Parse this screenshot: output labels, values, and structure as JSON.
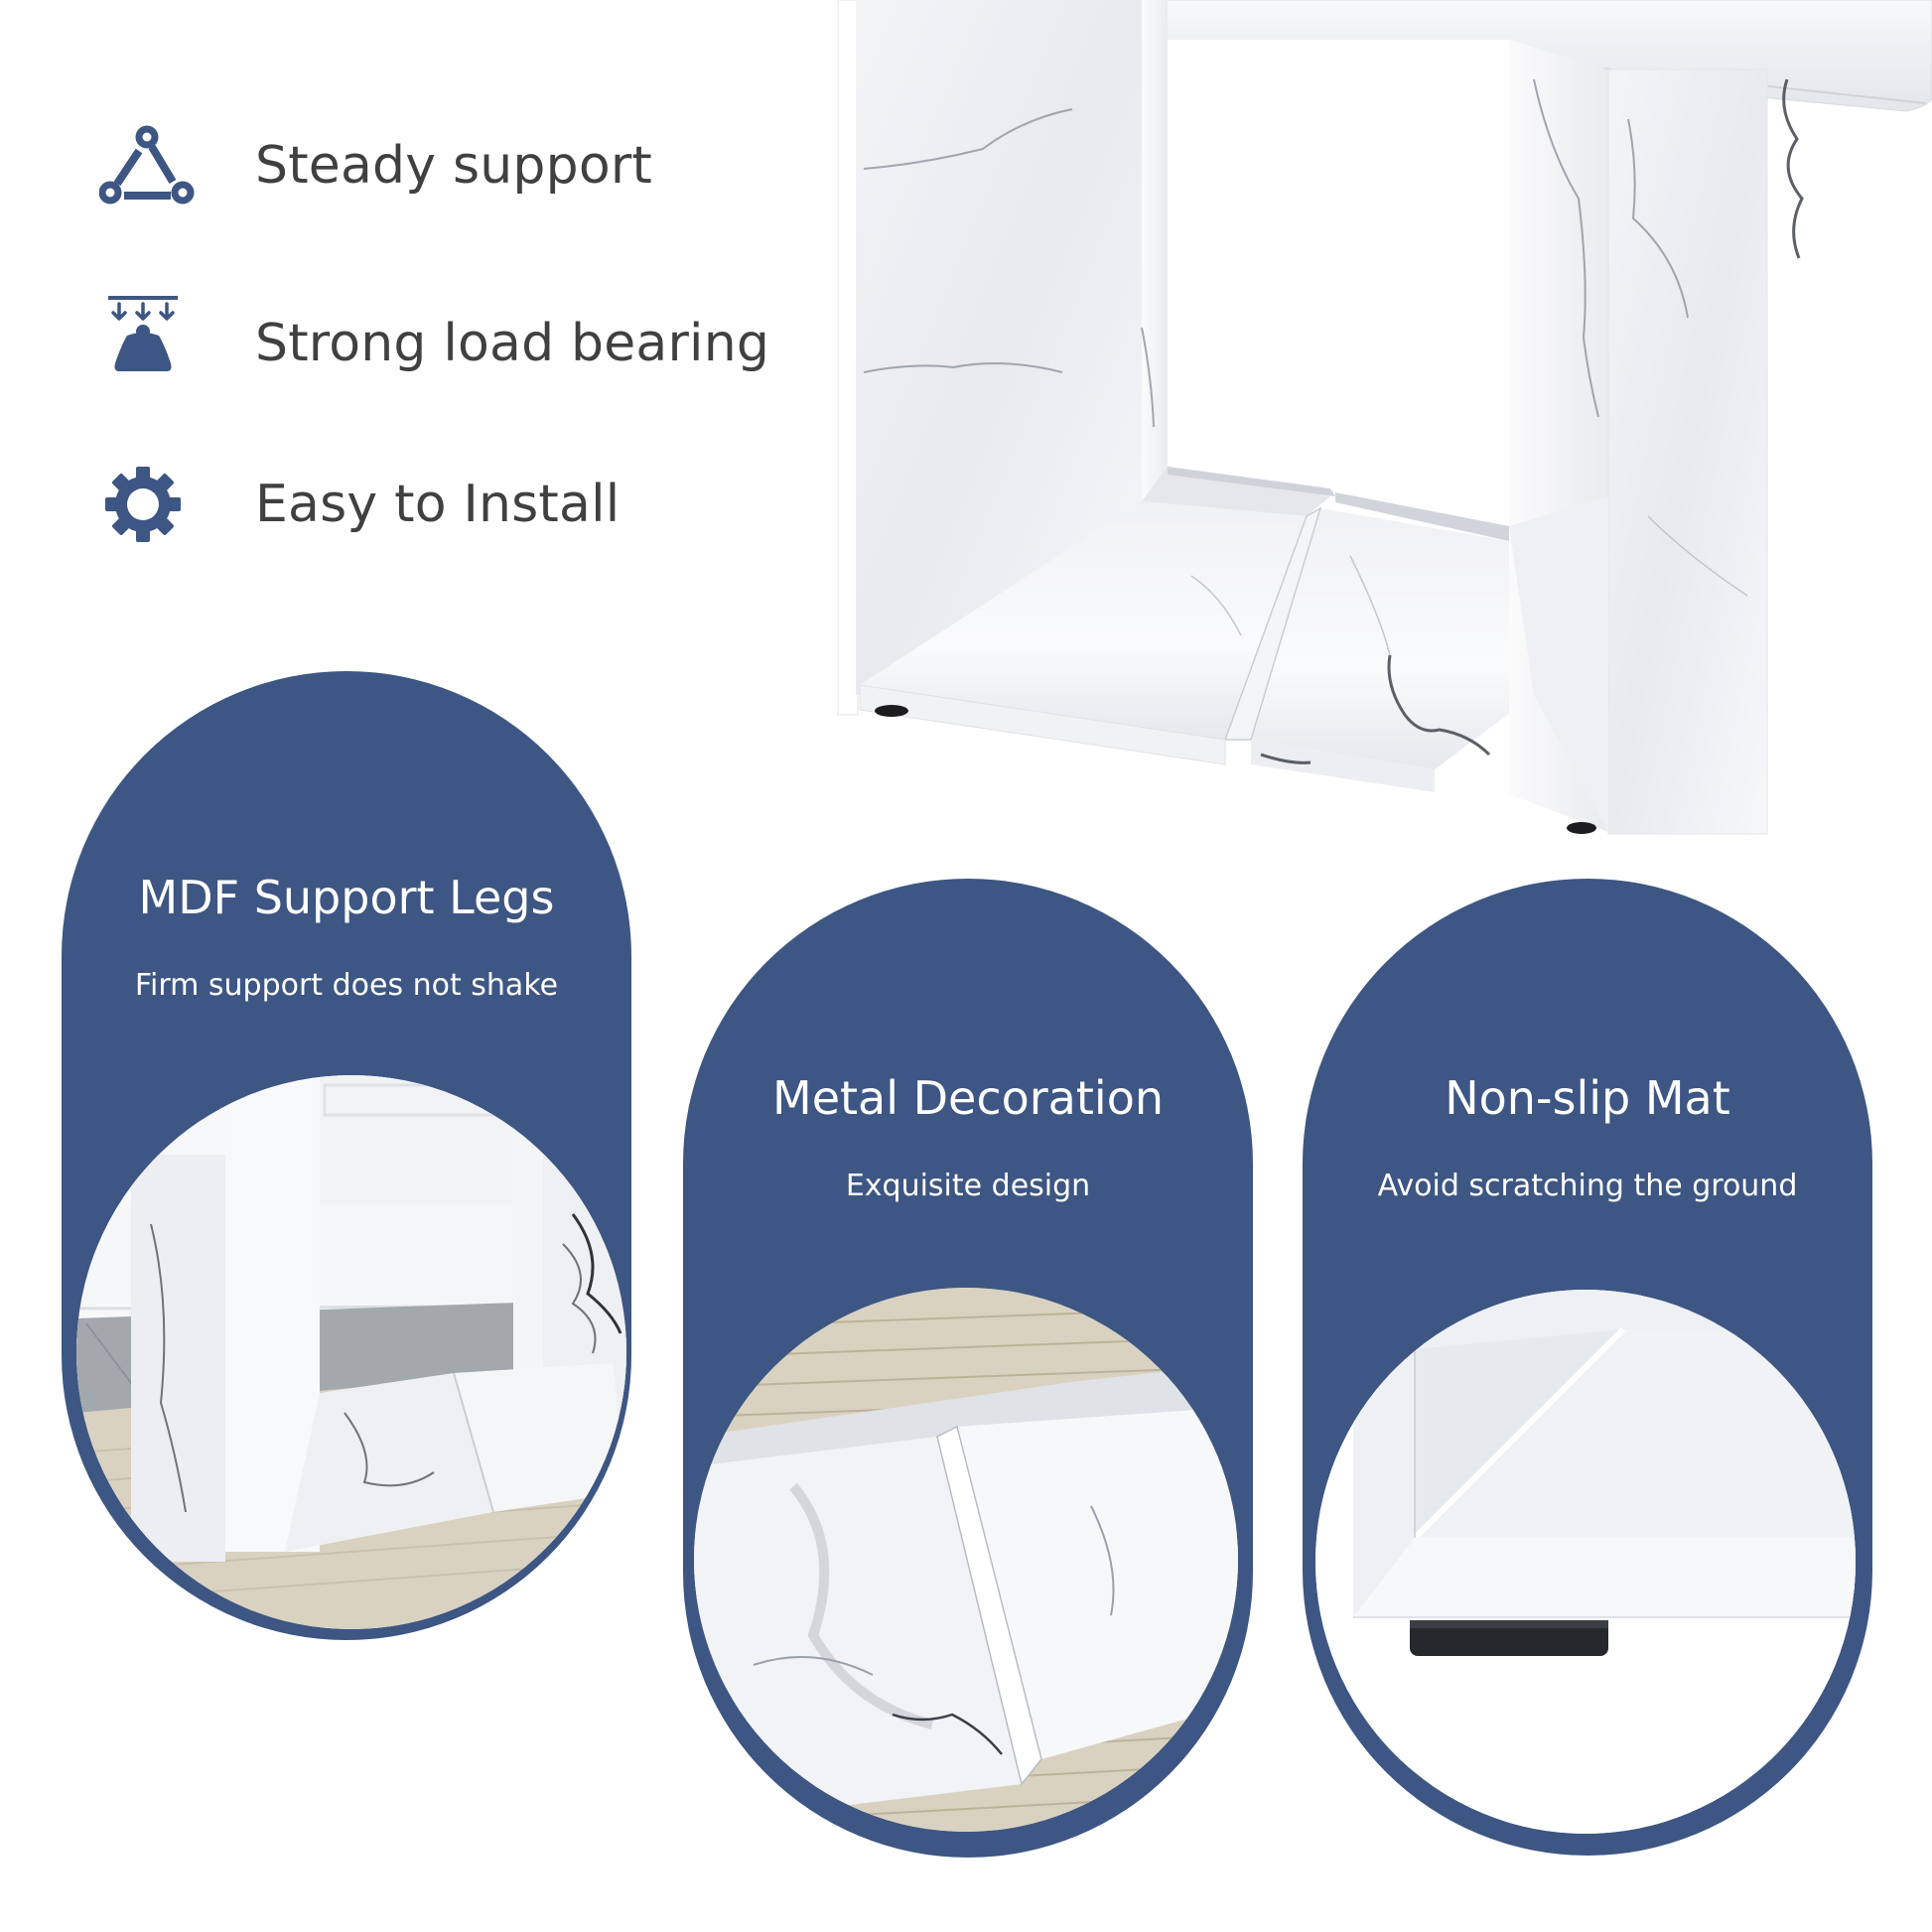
{
  "features": [
    {
      "icon": "triangle-nodes-icon",
      "label": "Steady support"
    },
    {
      "icon": "load-weight-icon",
      "label": "Strong load bearing"
    },
    {
      "icon": "gear-icon",
      "label": "Easy to Install"
    }
  ],
  "product_image": {
    "subject": "white marble table pedestal leg with tabletop corner"
  },
  "panels": [
    {
      "title": "MDF Support Legs",
      "subtitle": "Firm support does not shake",
      "photo": "marble leg close-up on carpet"
    },
    {
      "title": "Metal Decoration",
      "subtitle": "Exquisite design",
      "photo": "marble base with metal strip close-up"
    },
    {
      "title": "Non-slip Mat",
      "subtitle": "Avoid scratching the ground",
      "photo": "black non-slip foot pad close-up"
    }
  ],
  "colors": {
    "accent": "#3d5683",
    "text": "#404040",
    "panel_text": "#ffffff",
    "background": "#ffffff",
    "marble": "#eef0f3",
    "carpet": "#d9d2c0"
  }
}
